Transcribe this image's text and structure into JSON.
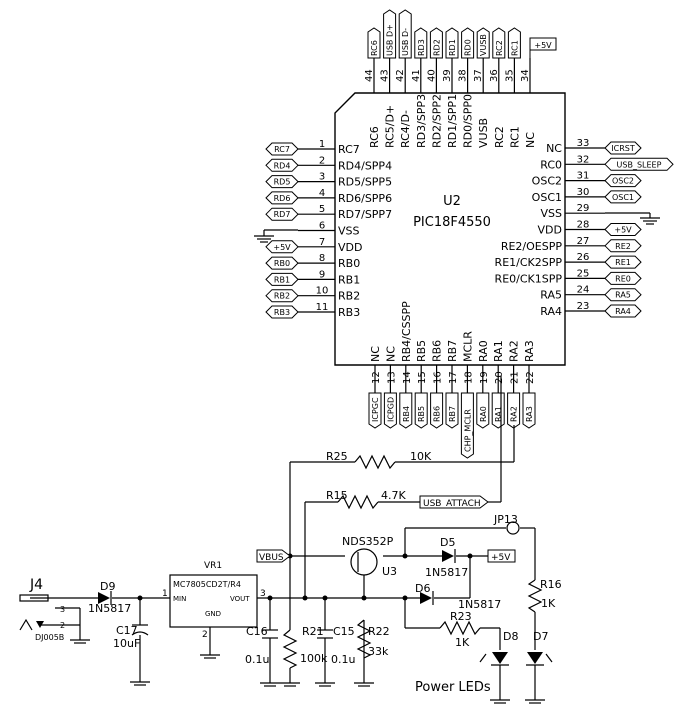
{
  "ic": {
    "ref": "U2",
    "part": "PIC18F4550",
    "left_pins": [
      {
        "num": "1",
        "name": "RC7",
        "net": "RC7"
      },
      {
        "num": "2",
        "name": "RD4/SPP4",
        "net": "RD4"
      },
      {
        "num": "3",
        "name": "RD5/SPP5",
        "net": "RD5"
      },
      {
        "num": "4",
        "name": "RD6/SPP6",
        "net": "RD6"
      },
      {
        "num": "5",
        "name": "RD7/SPP7",
        "net": "RD7"
      },
      {
        "num": "6",
        "name": "VSS",
        "net": ""
      },
      {
        "num": "7",
        "name": "VDD",
        "net": "+5V"
      },
      {
        "num": "8",
        "name": "RB0",
        "net": "RB0"
      },
      {
        "num": "9",
        "name": "RB1",
        "net": "RB1"
      },
      {
        "num": "10",
        "name": "RB2",
        "net": "RB2"
      },
      {
        "num": "11",
        "name": "RB3",
        "net": "RB3"
      }
    ],
    "right_pins": [
      {
        "num": "33",
        "name": "NC",
        "net": "ICRST"
      },
      {
        "num": "32",
        "name": "RC0",
        "net": "USB_SLEEP"
      },
      {
        "num": "31",
        "name": "OSC2",
        "net": "OSC2"
      },
      {
        "num": "30",
        "name": "OSC1",
        "net": "OSC1"
      },
      {
        "num": "29",
        "name": "VSS",
        "net": ""
      },
      {
        "num": "28",
        "name": "VDD",
        "net": "+5V"
      },
      {
        "num": "27",
        "name": "RE2/OESPP",
        "net": "RE2"
      },
      {
        "num": "26",
        "name": "RE1/CK2SPP",
        "net": "RE1"
      },
      {
        "num": "25",
        "name": "RE0/CK1SPP",
        "net": "RE0"
      },
      {
        "num": "24",
        "name": "RA5",
        "net": "RA5"
      },
      {
        "num": "23",
        "name": "RA4",
        "net": "RA4"
      }
    ],
    "top_pins": [
      {
        "num": "44",
        "name": "RC6",
        "net": "RC6"
      },
      {
        "num": "43",
        "name": "RC5/D+",
        "net": "USB D+"
      },
      {
        "num": "42",
        "name": "RC4/D-",
        "net": "USB D-"
      },
      {
        "num": "41",
        "name": "RD3/SPP3",
        "net": "RD3"
      },
      {
        "num": "40",
        "name": "RD2/SPP2",
        "net": "RD2"
      },
      {
        "num": "39",
        "name": "RD1/SPP1",
        "net": "RD1"
      },
      {
        "num": "38",
        "name": "RD0/SPP0",
        "net": "RD0"
      },
      {
        "num": "37",
        "name": "VUSB",
        "net": "VUSB"
      },
      {
        "num": "36",
        "name": "RC2",
        "net": "RC2"
      },
      {
        "num": "35",
        "name": "RC1",
        "net": "RC1"
      },
      {
        "num": "34",
        "name": "NC",
        "net": "+5V"
      }
    ],
    "bottom_pins": [
      {
        "num": "12",
        "name": "NC",
        "net": "ICPGC"
      },
      {
        "num": "13",
        "name": "NC",
        "net": "ICPGD"
      },
      {
        "num": "14",
        "name": "RB4/CSSPP",
        "net": "RB4"
      },
      {
        "num": "15",
        "name": "RB5",
        "net": "RB5"
      },
      {
        "num": "16",
        "name": "RB6",
        "net": "RB6"
      },
      {
        "num": "17",
        "name": "RB7",
        "net": "RB7"
      },
      {
        "num": "18",
        "name": "MCLR",
        "net": "CHP_MCLR"
      },
      {
        "num": "19",
        "name": "RA0",
        "net": "RA0"
      },
      {
        "num": "20",
        "name": "RA1",
        "net": "RA1"
      },
      {
        "num": "21",
        "name": "RA2",
        "net": "RA2"
      },
      {
        "num": "22",
        "name": "RA3",
        "net": "RA3"
      }
    ]
  },
  "parts": {
    "r25": {
      "ref": "R25",
      "value": "10K"
    },
    "r15": {
      "ref": "R15",
      "value": "4.7K"
    },
    "usb_attach": "USB_ATTACH",
    "vbus": "VBUS",
    "q": {
      "part": "NDS352P",
      "ref": "U3"
    },
    "d5": {
      "ref": "D5",
      "part": "1N5817"
    },
    "d6": {
      "ref": "D6",
      "part": "1N5817"
    },
    "d9": {
      "ref": "D9",
      "part": "1N5817"
    },
    "plus5v": "+5V",
    "jp13": "JP13",
    "r16": {
      "ref": "R16",
      "value": "1K"
    },
    "r23": {
      "ref": "R23",
      "value": "1K"
    },
    "d8": "D8",
    "d7": "D7",
    "vr1": {
      "ref": "VR1",
      "part": "MC7805CD2T/R4",
      "min": "MIN",
      "vout": "VOUT",
      "gnd": "GND",
      "pin1": "1",
      "pin2": "2",
      "pin3": "3"
    },
    "j4": {
      "ref": "J4",
      "part": "DJ005B",
      "pin2": "2",
      "pin3": "3"
    },
    "c17": {
      "ref": "C17",
      "value": "10uF"
    },
    "c16": {
      "ref": "C16",
      "value": "0.1u"
    },
    "r21": {
      "ref": "R21",
      "value": "100k"
    },
    "c15": {
      "ref": "C15",
      "value": "0.1u"
    },
    "r22": {
      "ref": "R22",
      "value": "33k"
    },
    "leds_label": "Power LEDs"
  }
}
